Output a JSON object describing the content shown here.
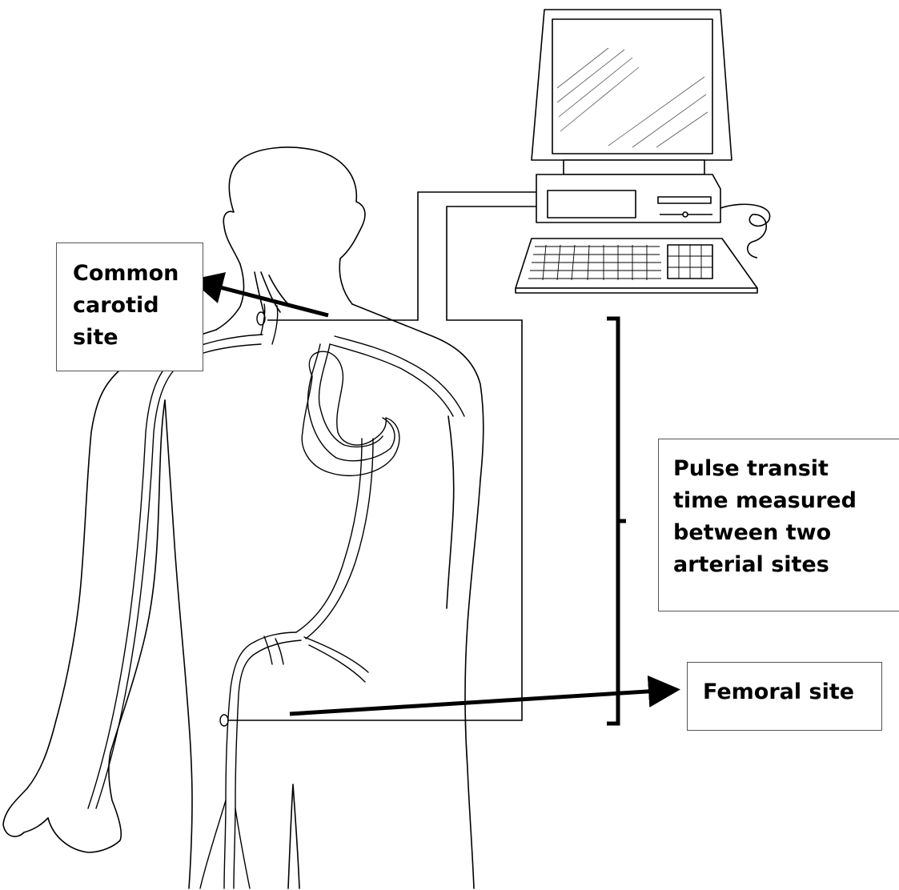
{
  "labels": {
    "carotid": [
      "Common",
      "carotid",
      "site"
    ],
    "transit": [
      "Pulse transit",
      "time measured",
      "between two",
      "arterial sites"
    ],
    "femoral": "Femoral site"
  },
  "icons": {
    "figure": "human-back-outline-icon",
    "computer": "desktop-computer-icon",
    "keyboard": "keyboard-icon",
    "bracket": "right-curly-bracket"
  },
  "colors": {
    "ink": "#000000",
    "box_border": "#555555",
    "background": "#ffffff"
  }
}
